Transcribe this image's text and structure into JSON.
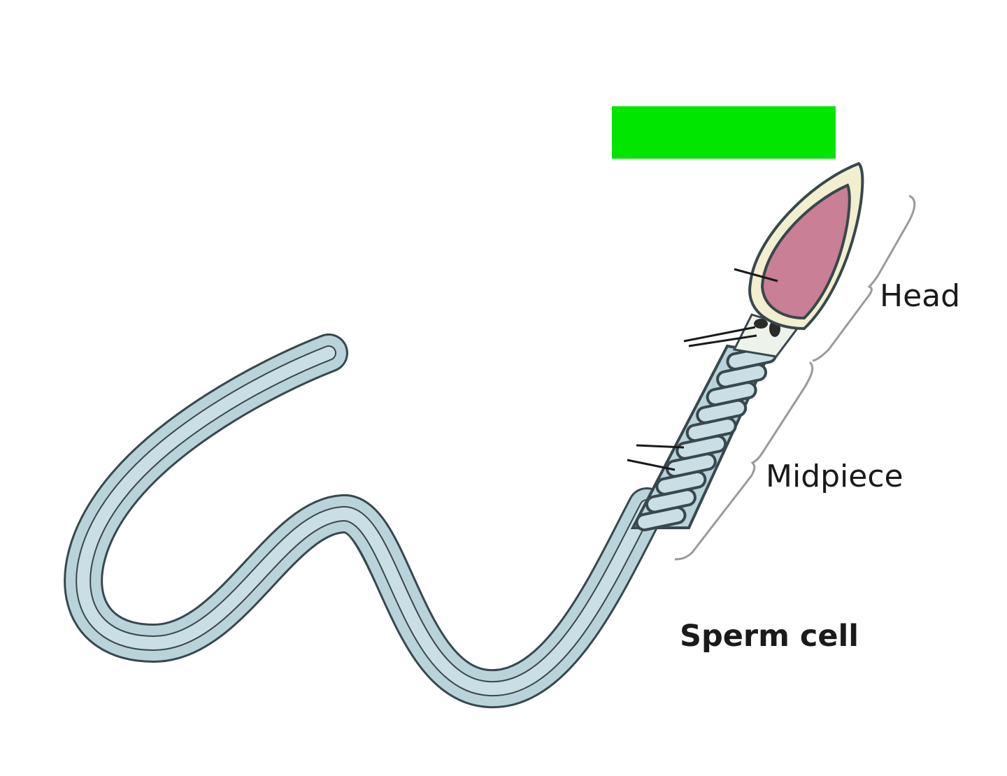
{
  "labels": {
    "head": "Head",
    "midpiece": "Midpiece",
    "caption": "Sperm cell"
  },
  "answer_box": {
    "color": "#00e600",
    "text": ""
  },
  "colors": {
    "tail_fill": "#b9d3da",
    "tail_outline": "#38484c",
    "nucleus": "#c97f95",
    "acrosome": "#f1efcf",
    "brace": "#9a9a9a",
    "leader": "#1a1a1a"
  }
}
